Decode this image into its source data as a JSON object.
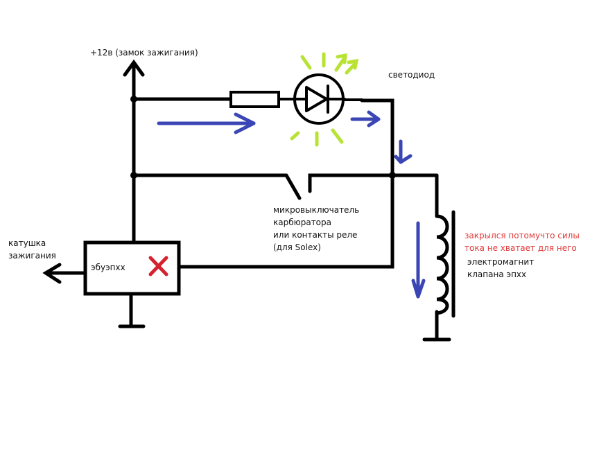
{
  "diagram": {
    "title": "LED in series with carburetor idle cut-off solenoid circuit",
    "labels": {
      "supply": "+12в (замок зажигания)",
      "led": "светодиод",
      "switch_line1": "микровыключатель",
      "switch_line2": "карбюратора",
      "switch_line3": "или контакты реле",
      "switch_line4": "(для Solex)",
      "coil_out_line1": "катушка",
      "coil_out_line2": "зажигания",
      "ecu": "эбуэпхх",
      "note_line1": "закрылся потомучто силы",
      "note_line2": "тока не хватает для него",
      "solenoid_line1": "электромагнит",
      "solenoid_line2": "клапана эпхх"
    },
    "components": [
      {
        "id": "supply-arrow",
        "type": "power-supply",
        "label_key": "supply"
      },
      {
        "id": "resistor",
        "type": "resistor"
      },
      {
        "id": "led",
        "type": "light-emitting-diode",
        "label_key": "led",
        "state": "lit"
      },
      {
        "id": "microswitch",
        "type": "switch",
        "state": "open"
      },
      {
        "id": "ecu-box",
        "type": "block",
        "label_key": "ecu",
        "status": "failed"
      },
      {
        "id": "solenoid",
        "type": "inductor-coil",
        "label_key": "solenoid_line1"
      },
      {
        "id": "ground-ecu",
        "type": "ground"
      },
      {
        "id": "ground-solenoid",
        "type": "ground"
      }
    ],
    "current_flow_arrows": 4,
    "colors": {
      "wire": "#000000",
      "current_arrow": "#3b46b5",
      "led_glow": "#b8e234",
      "fault_mark": "#d4232f",
      "note_text": "#e03a3a"
    }
  }
}
